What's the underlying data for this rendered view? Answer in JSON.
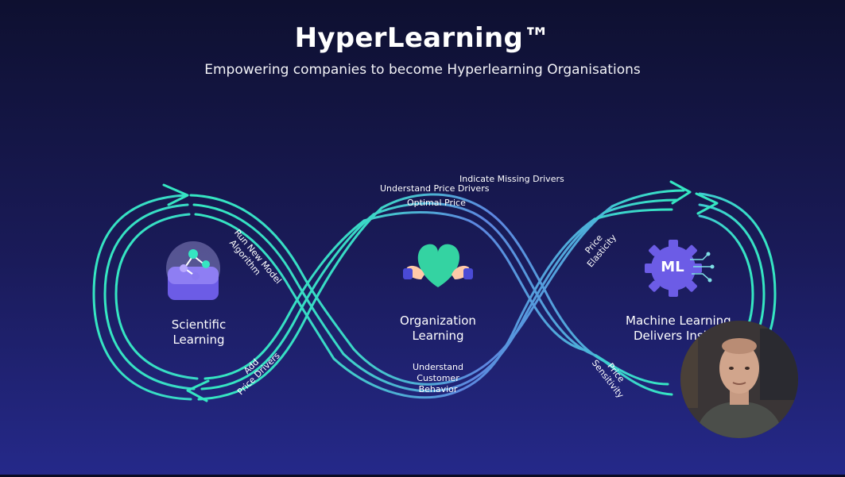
{
  "title": "HyperLearning™",
  "subtitle": "Empowering companies to become Hyperlearning Organisations",
  "nodes": {
    "left": {
      "line1": "Scientific",
      "line2": "Learning"
    },
    "center": {
      "line1": "Organization",
      "line2": "Learning"
    },
    "right": {
      "line1": "Machine Learning",
      "line2": "Delivers Insi",
      "badge": "ML"
    }
  },
  "edge_labels": {
    "run_new_model": {
      "line1": "Run New Model",
      "line2": "Algorithm"
    },
    "add_price_drivers": {
      "line1": "Add",
      "line2": "Price Drivers"
    },
    "indicate_missing": "Indicate Missing Drivers",
    "understand_price": "Understand Price Drivers",
    "optimal_price": "Optimal Price",
    "understand_customer": {
      "line1": "Understand",
      "line2": "Customer",
      "line3": "Behavior"
    },
    "price_elasticity": {
      "line1": "Price",
      "line2": "Elasticity"
    },
    "price_sensitivity": {
      "line1": "Price",
      "line2": "Sensitivity"
    }
  },
  "colors": {
    "teal": "#35e6c2",
    "blue": "#5d86e0",
    "purple": "#6c5ce6",
    "heart": "#34d3a2"
  }
}
